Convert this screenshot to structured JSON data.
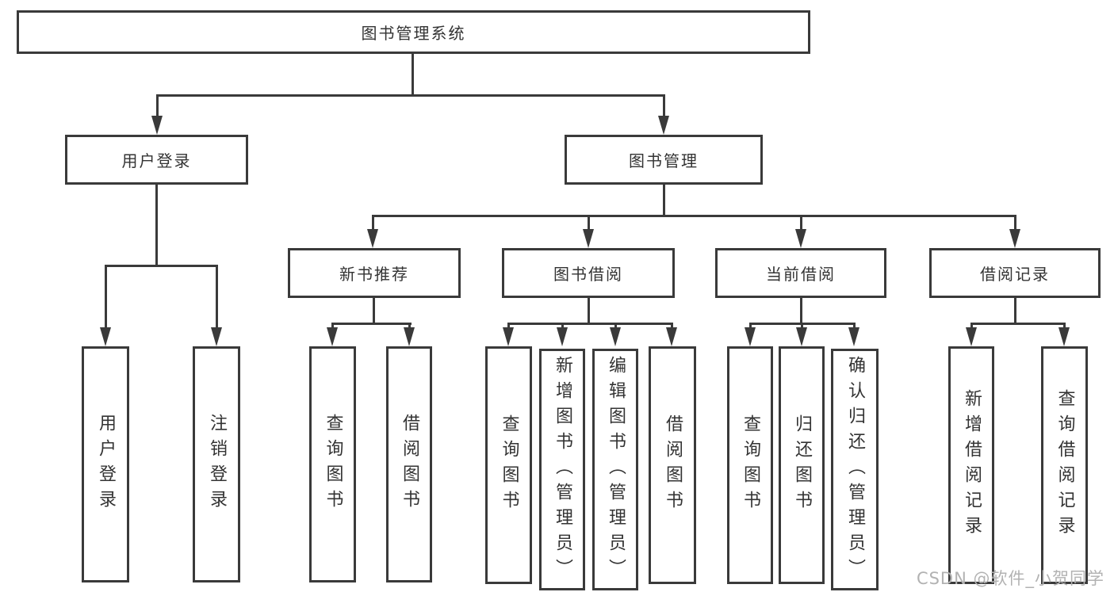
{
  "diagram": {
    "title": "图书管理系统",
    "root": {
      "label": "图书管理系统"
    },
    "level2": [
      {
        "label": "用户登录"
      },
      {
        "label": "图书管理"
      }
    ],
    "level3": [
      {
        "label": "新书推荐"
      },
      {
        "label": "图书借阅"
      },
      {
        "label": "当前借阅"
      },
      {
        "label": "借阅记录"
      }
    ],
    "leaves": {
      "login": [
        "用户登录",
        "注销登录"
      ],
      "new_books": [
        "查询图书",
        "借阅图书"
      ],
      "book_borrow": [
        "查询图书",
        "新增图书（管理员）",
        "编辑图书（管理员）",
        "借阅图书"
      ],
      "current_borrow": [
        "查询图书",
        "归还图书",
        "确认归还（管理员）"
      ],
      "borrow_records": [
        "新增借阅记录",
        "查询借阅记录"
      ]
    }
  },
  "watermark": "CSDN @软件_小贺同学",
  "colors": {
    "line": "#3a3a3a",
    "text": "#333333",
    "watermark": "#b2b2b2",
    "background": "#ffffff"
  }
}
